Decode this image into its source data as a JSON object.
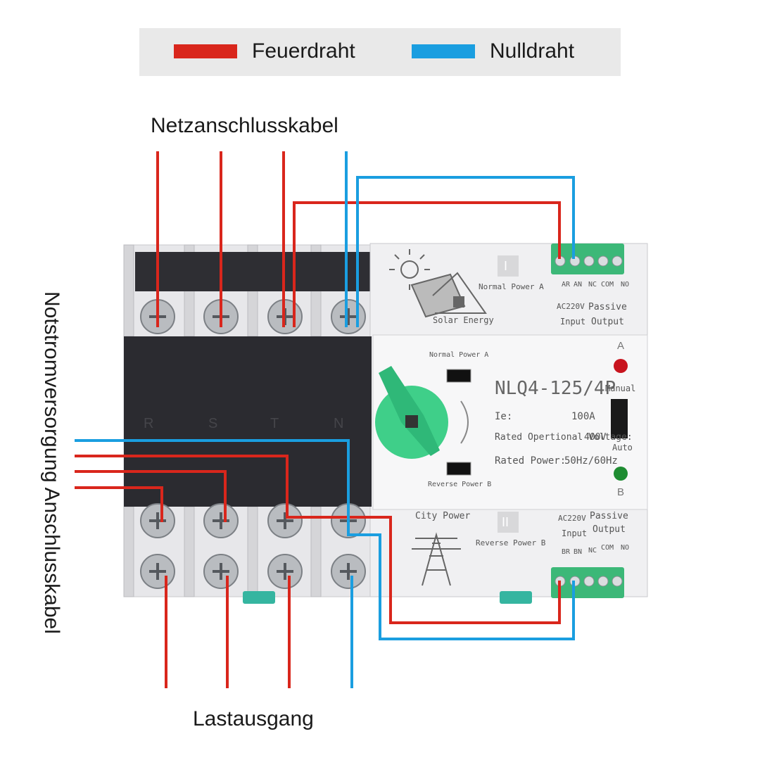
{
  "legend": {
    "items": [
      {
        "label": "Feuerdraht",
        "color": "#d9261c"
      },
      {
        "label": "Nulldraht",
        "color": "#1a9ee0"
      }
    ]
  },
  "labels": {
    "top_cable": "Netzanschlusskabel",
    "side_cable": "Notstromversorgung Anschlusskabel",
    "bottom_output": "Lastausgang"
  },
  "device": {
    "model": "NLQ4-125/4P",
    "current_label": "Ie:",
    "current_value": "100A",
    "voltage_label": "Rated Opertional Voltage:",
    "voltage_value": "400V",
    "power_label": "Rated Power:",
    "power_value": "50Hz/60Hz",
    "normal_power_a": "Normal Power A",
    "reverse_power_b": "Reverse Power B",
    "indicator_a": "A",
    "indicator_b": "B",
    "manual": "Manual",
    "auto": "Auto",
    "pole_letters": [
      "R",
      "S",
      "T",
      "N"
    ],
    "module_top": {
      "roman": "I",
      "source_label": "Normal Power A",
      "icon_label": "Solar Energy",
      "terminals": [
        "AR",
        "AN",
        "NC",
        "COM",
        "NO"
      ],
      "input_voltage": "AC220V",
      "input_label": "Input",
      "passive": "Passive",
      "output": "Output"
    },
    "module_bottom": {
      "roman": "II",
      "source_label": "Reverse Power B",
      "icon_label": "City Power",
      "terminals": [
        "BR",
        "BN",
        "NC",
        "COM",
        "NO"
      ],
      "input_voltage": "AC220V",
      "input_label": "Input",
      "passive": "Passive",
      "output": "Output"
    }
  },
  "colors": {
    "fire_wire": "#d9261c",
    "neutral_wire": "#1a9ee0",
    "black_cover": "#2b2b30",
    "terminal_green": "#3cb878",
    "led_red": "#c8141e",
    "led_green": "#1e8c32"
  }
}
